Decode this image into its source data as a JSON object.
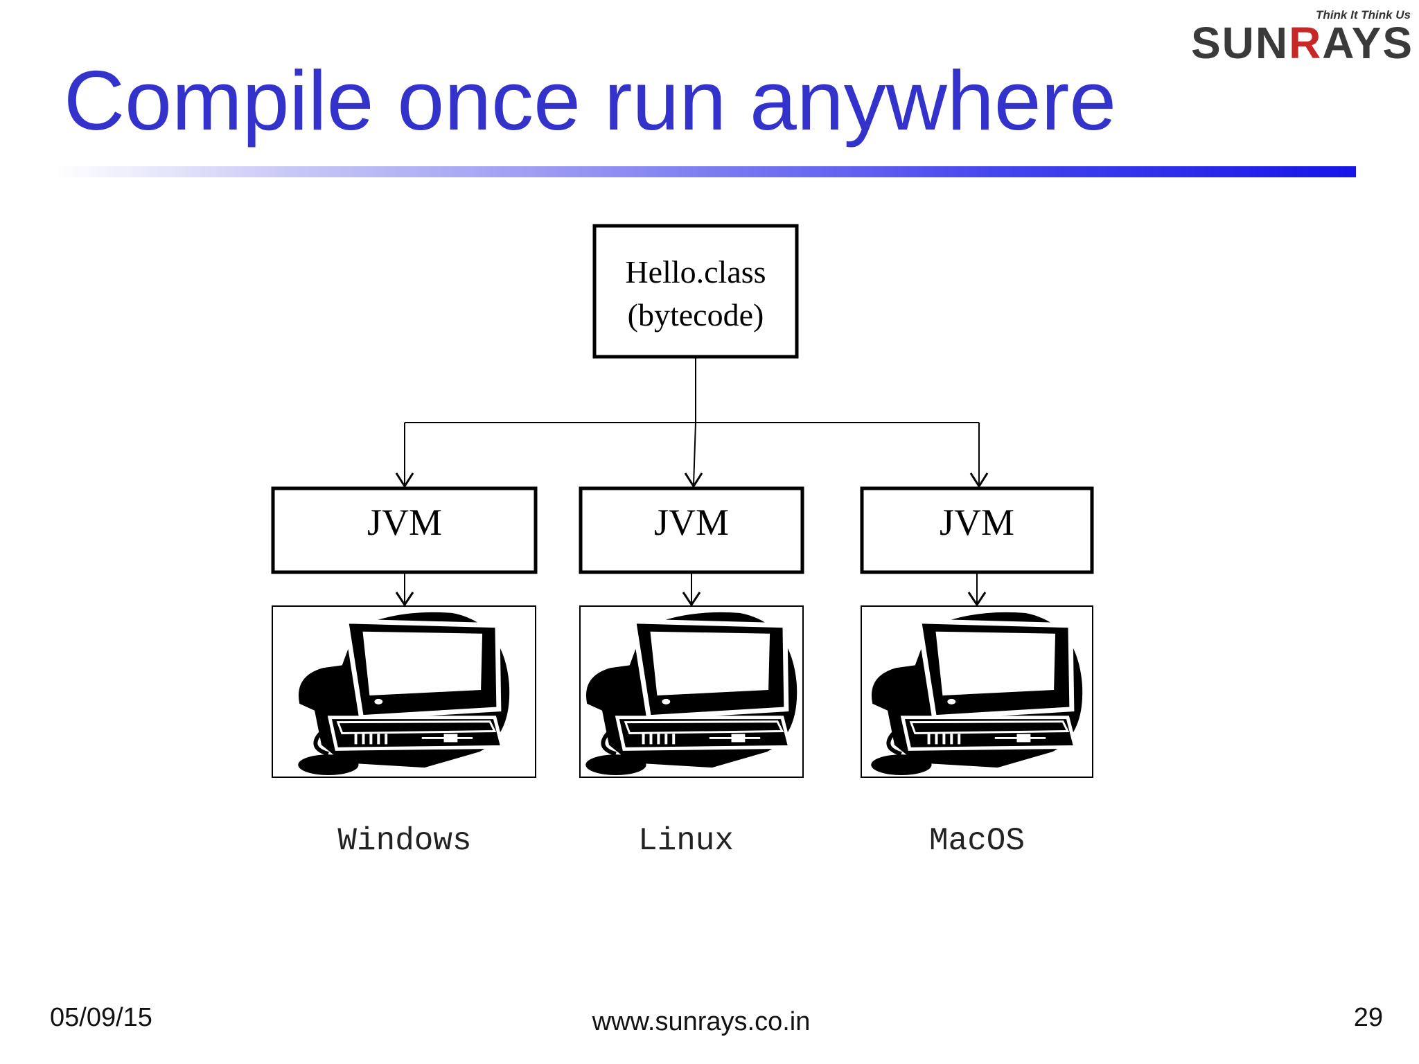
{
  "logo": {
    "tagline": "Think It Think Us",
    "brand_left": "SUN",
    "brand_accent": "R",
    "brand_right": "AYS"
  },
  "slide": {
    "title": "Compile once run anywhere"
  },
  "diagram": {
    "root": {
      "line1": "Hello.class",
      "line2": "(bytecode)"
    },
    "platforms": [
      {
        "vm_label": "JVM",
        "os_label": "Windows"
      },
      {
        "vm_label": "JVM",
        "os_label": "Linux"
      },
      {
        "vm_label": "JVM",
        "os_label": "MacOS"
      }
    ]
  },
  "footer": {
    "date": "05/09/15",
    "url": "www.sunrays.co.in",
    "page_number": "29"
  },
  "colors": {
    "title": "#3333cc",
    "rule_end": "#1515e8",
    "logo_accent": "#c62828"
  }
}
